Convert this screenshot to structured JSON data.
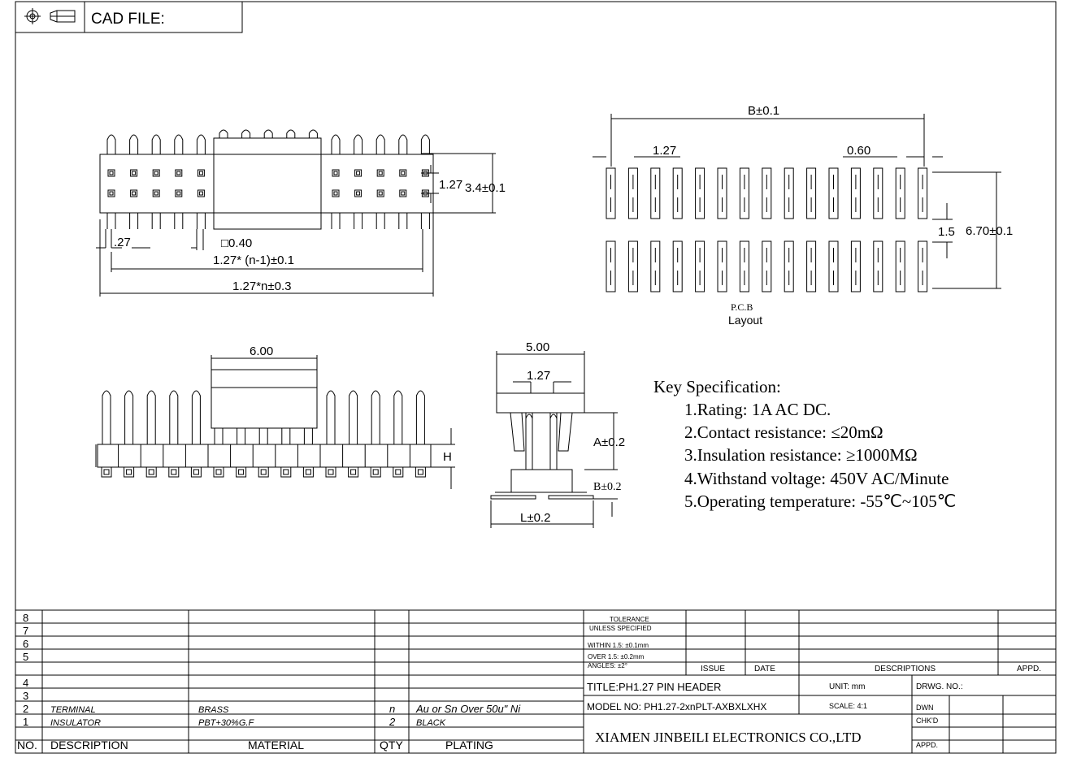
{
  "title_block": {
    "cad_file_label": "CAD FILE:",
    "icons": [
      "crosshair-icon",
      "projection-icon"
    ]
  },
  "views": {
    "top_dims": {
      "pitch": "1.27",
      "height": "3.4±0.1",
      "pitch_small": ".27",
      "pin_square": "□0.40",
      "span_n1": "1.27* (n-1)±0.1",
      "span_n": "1.27*n±0.3"
    },
    "pcb": {
      "width": "B±0.1",
      "pitch": "1.27",
      "pad": "0.60",
      "gap": "1.5",
      "rows": "6.70±0.1",
      "label1": "P.C.B",
      "label2": "Layout"
    },
    "front": {
      "width": "6.00",
      "height": "H"
    },
    "side": {
      "width": "5.00",
      "pitch": "1.27",
      "a": "A±0.2",
      "b": "B±0.2",
      "l": "L±0.2"
    }
  },
  "key_spec": {
    "title": "Key Specification:",
    "items": [
      "1.Rating: 1A AC DC.",
      "2.Contact resistance: ≤20mΩ",
      "3.Insulation resistance: ≥1000MΩ",
      "4.Withstand voltage: 450V AC/Minute",
      "5.Operating temperature: -55℃~105℃"
    ]
  },
  "bom": {
    "row_numbers": [
      "8",
      "7",
      "6",
      "5",
      "4",
      "3",
      "2",
      "1"
    ],
    "header": {
      "no": "NO.",
      "description": "DESCRIPTION",
      "material": "MATERIAL",
      "qty": "QTY",
      "plating": "PLATING"
    },
    "rows": [
      {
        "description": "TERMINAL",
        "material": "BRASS",
        "qty": "n",
        "plating": "Au or Sn Over 50u\" Ni"
      },
      {
        "description": "INSULATOR",
        "material": "PBT+30%G.F",
        "qty": "2",
        "plating": "BLACK"
      }
    ]
  },
  "revision": {
    "tolerance1": "TOLERANCE",
    "tolerance2": "UNLESS SPECIFIED",
    "within": "WITHIN 1.5: ±0.1mm",
    "over": "OVER 1.5:  ±0.2mm",
    "angles": "ANGLES: ±2°",
    "issue": "ISSUE",
    "date": "DATE",
    "descriptions": "DESCRIPTIONS",
    "appd": "APPD."
  },
  "info": {
    "title": "TITLE:PH1.27 PIN HEADER",
    "unit": "UNIT: mm",
    "drwg": "DRWG. NO.:",
    "model": "MODEL NO: PH1.27-2xnPLT-AXBXLXHX",
    "scale": "SCALE: 4:1",
    "dwn": "DWN",
    "chkd": "CHK'D",
    "appd": "APPD.",
    "company": "XIAMEN JINBEILI ELECTRONICS CO.,LTD"
  }
}
